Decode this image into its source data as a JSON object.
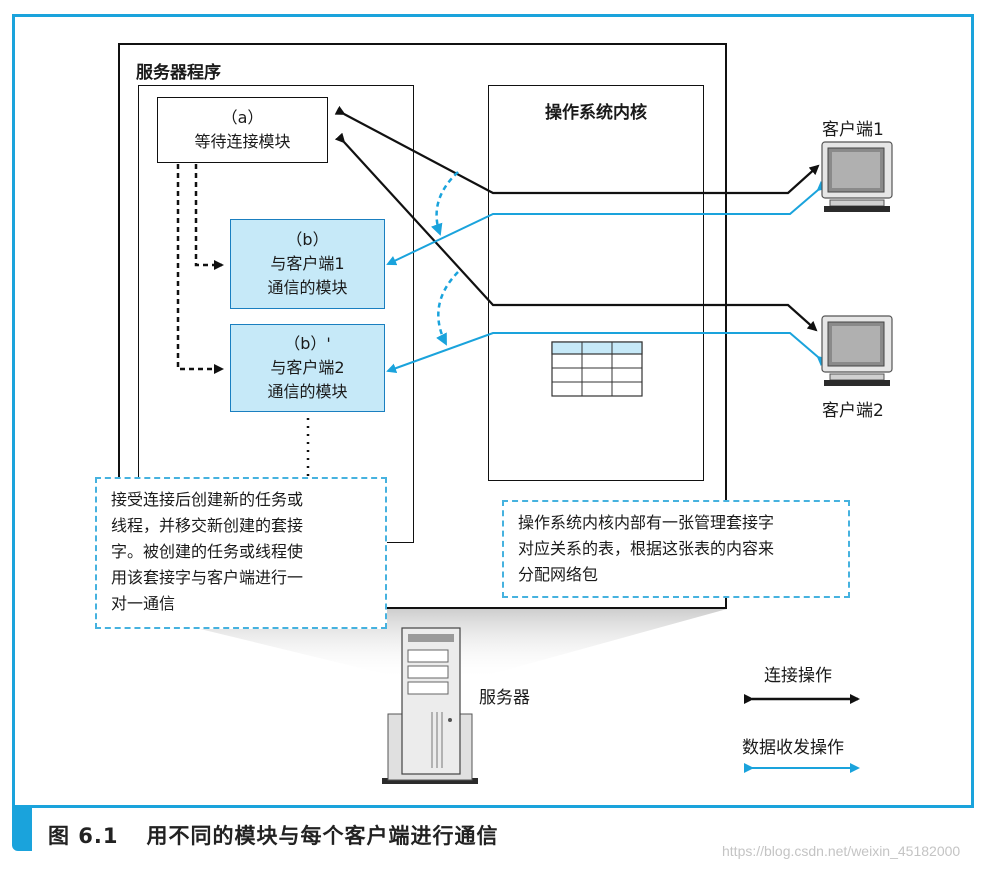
{
  "server_program": {
    "title": "服务器程序"
  },
  "kernel": {
    "title": "操作系统内核"
  },
  "module_a": {
    "line1": "（a）",
    "line2": "等待连接模块"
  },
  "module_b": {
    "line1": "（b）",
    "line2": "与客户端1",
    "line3": "通信的模块"
  },
  "module_b2": {
    "line1": "（b）'",
    "line2": "与客户端2",
    "line3": "通信的模块"
  },
  "notes": {
    "left": [
      "接受连接后创建新的任务或",
      "线程，并移交新创建的套接",
      "字。被创建的任务或线程使",
      "用该套接字与客户端进行一",
      "对一通信"
    ],
    "right": [
      "操作系统内核内部有一张管理套接字",
      "对应关系的表，根据这张表的内容来",
      "分配网络包"
    ]
  },
  "clients": [
    "客户端1",
    "客户端2"
  ],
  "server_label": "服务器",
  "legend": {
    "connect": "连接操作",
    "data": "数据收发操作"
  },
  "caption": {
    "number": "图 6.1",
    "text": "用不同的模块与每个客户端进行通信"
  },
  "watermark": "https://blog.csdn.net/weixin_45182000",
  "colors": {
    "accent": "#1aa3dc",
    "module_fill": "#c6e9f8",
    "connect_arrow": "#111111",
    "data_arrow": "#1aa3dc"
  },
  "icons": [
    "monitor-icon",
    "server-tower-icon",
    "socket-table-icon"
  ]
}
